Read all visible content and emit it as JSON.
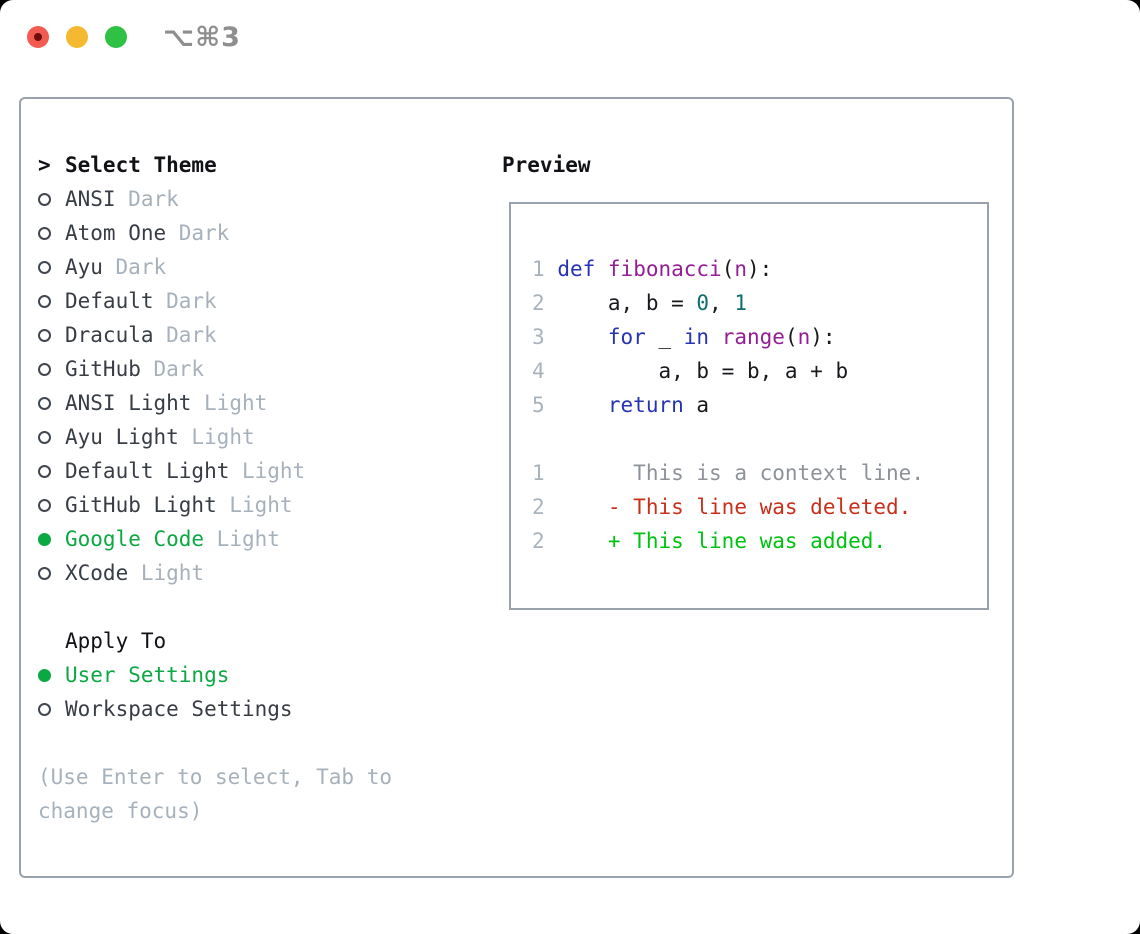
{
  "window": {
    "title": "⌥⌘3",
    "traffic_lights": {
      "close": "#f25b50",
      "close_dot": "#6e0f0c",
      "minimize": "#f5b831",
      "zoom": "#2fc144"
    }
  },
  "theme_panel": {
    "header": {
      "cursor": ">",
      "label": "Select Theme"
    },
    "themes": [
      {
        "name": "ANSI",
        "variant": "Dark",
        "selected": false
      },
      {
        "name": "Atom One",
        "variant": "Dark",
        "selected": false
      },
      {
        "name": "Ayu",
        "variant": "Dark",
        "selected": false
      },
      {
        "name": "Default",
        "variant": "Dark",
        "selected": false
      },
      {
        "name": "Dracula",
        "variant": "Dark",
        "selected": false
      },
      {
        "name": "GitHub",
        "variant": "Dark",
        "selected": false
      },
      {
        "name": "ANSI Light",
        "variant": "Light",
        "selected": false
      },
      {
        "name": "Ayu Light",
        "variant": "Light",
        "selected": false
      },
      {
        "name": "Default Light",
        "variant": "Light",
        "selected": false
      },
      {
        "name": "GitHub Light",
        "variant": "Light",
        "selected": false
      },
      {
        "name": "Google Code",
        "variant": "Light",
        "selected": true
      },
      {
        "name": "XCode",
        "variant": "Light",
        "selected": false
      }
    ],
    "apply_to": {
      "label": "Apply To",
      "options": [
        {
          "label": "User Settings",
          "selected": true
        },
        {
          "label": "Workspace Settings",
          "selected": false
        }
      ]
    },
    "help_text": "(Use Enter to select, Tab to change focus)"
  },
  "preview": {
    "label": "Preview",
    "code_lines": [
      {
        "num": "1",
        "tokens": [
          {
            "t": "def",
            "c": "kw"
          },
          {
            "t": " ",
            "c": "plain"
          },
          {
            "t": "fibonacci",
            "c": "fn"
          },
          {
            "t": "(",
            "c": "plain"
          },
          {
            "t": "n",
            "c": "fn"
          },
          {
            "t": "):",
            "c": "plain"
          }
        ]
      },
      {
        "num": "2",
        "tokens": [
          {
            "t": "    a, b = ",
            "c": "plain"
          },
          {
            "t": "0",
            "c": "num"
          },
          {
            "t": ", ",
            "c": "plain"
          },
          {
            "t": "1",
            "c": "num"
          }
        ]
      },
      {
        "num": "3",
        "tokens": [
          {
            "t": "    ",
            "c": "plain"
          },
          {
            "t": "for",
            "c": "kw"
          },
          {
            "t": " _ ",
            "c": "plain"
          },
          {
            "t": "in",
            "c": "kw"
          },
          {
            "t": " ",
            "c": "plain"
          },
          {
            "t": "range",
            "c": "fn"
          },
          {
            "t": "(",
            "c": "plain"
          },
          {
            "t": "n",
            "c": "fn"
          },
          {
            "t": "):",
            "c": "plain"
          }
        ]
      },
      {
        "num": "4",
        "tokens": [
          {
            "t": "        a, b = b, a + b",
            "c": "plain"
          }
        ]
      },
      {
        "num": "5",
        "tokens": [
          {
            "t": "    ",
            "c": "plain"
          },
          {
            "t": "return",
            "c": "kw"
          },
          {
            "t": " a",
            "c": "plain"
          }
        ]
      }
    ],
    "diff_lines": [
      {
        "num": "1",
        "tokens": [
          {
            "t": "      This is a context line.",
            "c": "ctx"
          }
        ]
      },
      {
        "num": "2",
        "tokens": [
          {
            "t": "    - This line was deleted.",
            "c": "del"
          }
        ]
      },
      {
        "num": "2",
        "tokens": [
          {
            "t": "    + This line was added.",
            "c": "add"
          }
        ]
      }
    ]
  },
  "colors": {
    "kw": "#2533b4",
    "fn": "#951d95",
    "num": "#0d6e6e",
    "plain": "#17191d",
    "ctx": "#8d9298",
    "del": "#c9301b",
    "add": "#00c210",
    "selected_green": "#0ca843",
    "line_number": "#a9b3bd",
    "border": "#9aa3ad"
  }
}
